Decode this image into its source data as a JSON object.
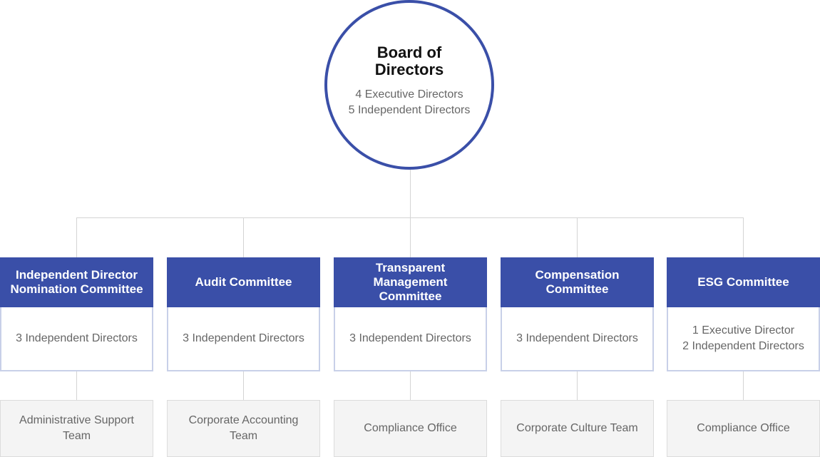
{
  "board": {
    "title": "Board of Directors",
    "composition": [
      "4 Executive Directors",
      "5 Independent Directors"
    ]
  },
  "committees": [
    {
      "name": "Independent Director Nomination Committee",
      "members": [
        "3 Independent Directors"
      ],
      "support": "Administrative Support Team"
    },
    {
      "name": "Audit Committee",
      "members": [
        "3 Independent Directors"
      ],
      "support": "Corporate Accounting Team"
    },
    {
      "name": "Transparent Management Committee",
      "members": [
        "3 Independent Directors"
      ],
      "support": "Compliance Office"
    },
    {
      "name": "Compensation Committee",
      "members": [
        "3 Independent Directors"
      ],
      "support": "Corporate Culture Team"
    },
    {
      "name": "ESG Committee",
      "members": [
        "1 Executive Director",
        "2 Independent Directors"
      ],
      "support": "Compliance Office"
    }
  ],
  "colors": {
    "primary": "#3a4fa8",
    "connector": "#d4d4d4",
    "support_bg": "#f4f4f4"
  }
}
